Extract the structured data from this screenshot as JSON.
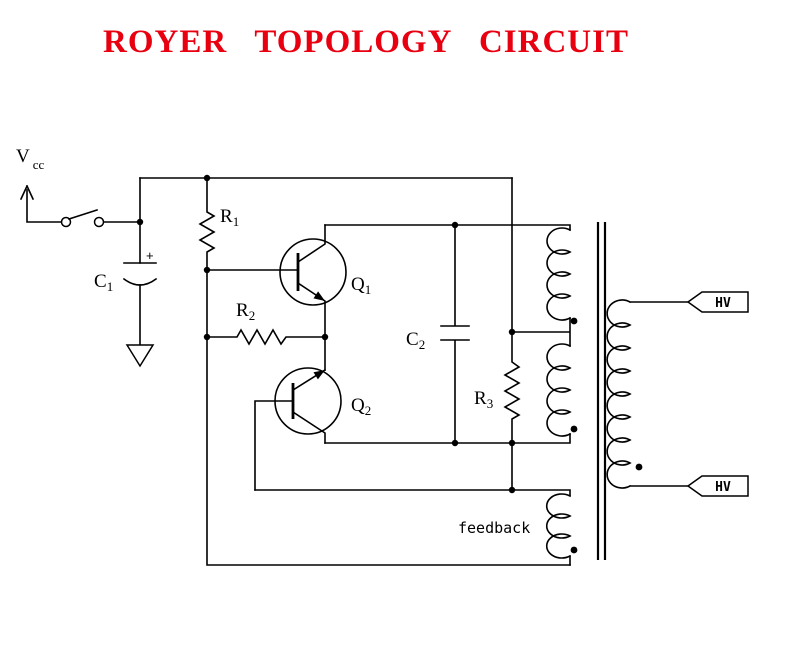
{
  "title": "ROYER   TOPOLOGY   CIRCUIT",
  "colors": {
    "title": "#e80011",
    "wire": "#000000",
    "background": "#ffffff"
  },
  "components": {
    "supply": {
      "base": "V",
      "sub": "cc"
    },
    "c1": {
      "base": "C",
      "sub": "1"
    },
    "c2": {
      "base": "C",
      "sub": "2"
    },
    "r1": {
      "base": "R",
      "sub": "1"
    },
    "r2": {
      "base": "R",
      "sub": "2"
    },
    "r3": {
      "base": "R",
      "sub": "3"
    },
    "q1": {
      "base": "Q",
      "sub": "1"
    },
    "q2": {
      "base": "Q",
      "sub": "2"
    },
    "plus_mark": "+",
    "feedback_label": "feedback",
    "hv_top": "HV",
    "hv_bottom": "HV"
  }
}
